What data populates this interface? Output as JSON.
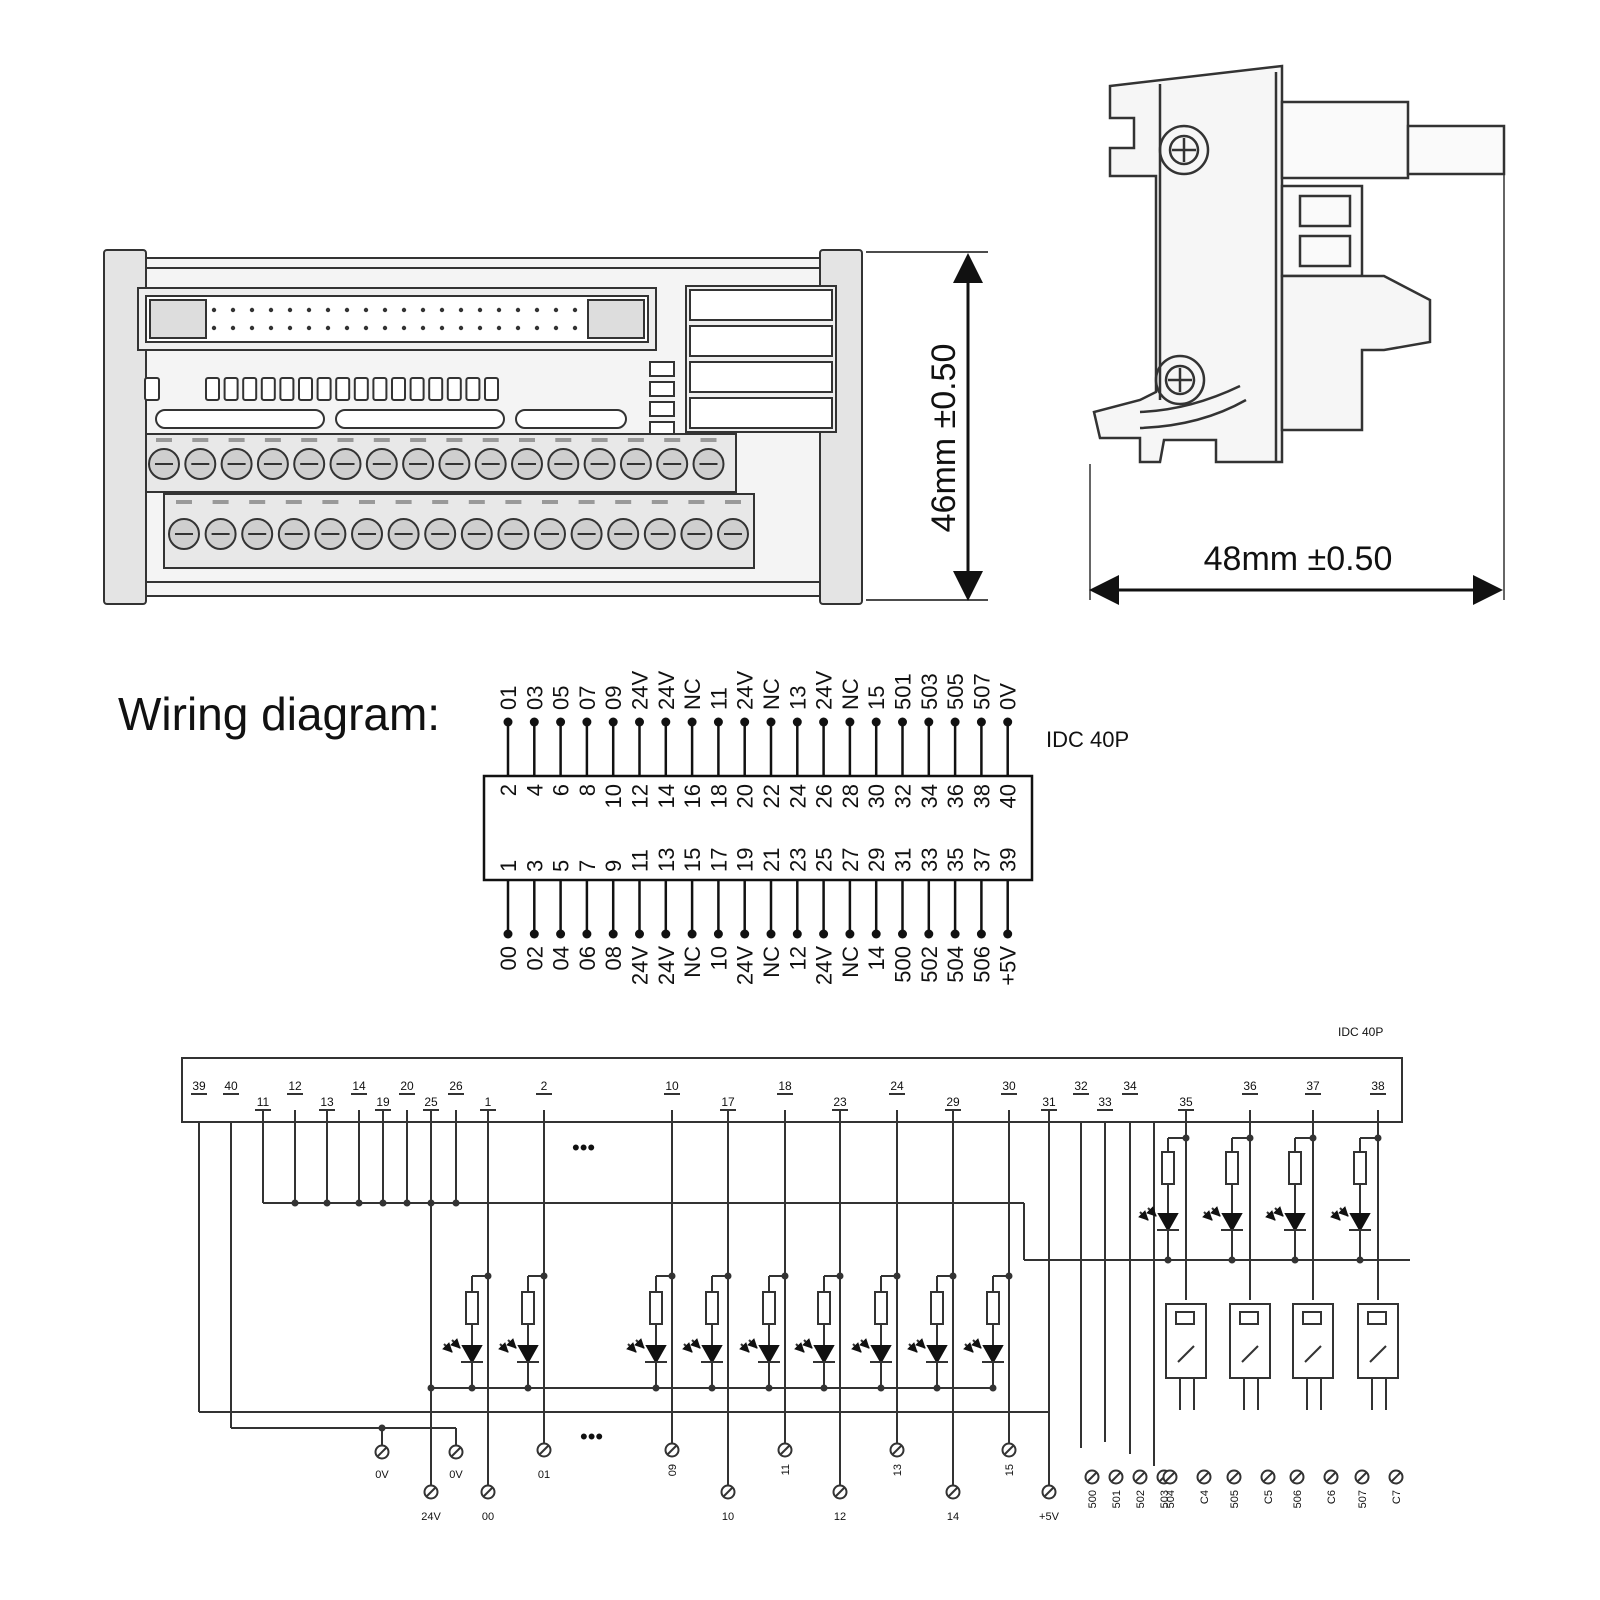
{
  "dimensions": {
    "height_label": "46mm ±0.50",
    "width_label": "48mm ±0.50"
  },
  "wiring": {
    "title": "Wiring diagram:",
    "connector_label": "IDC 40P",
    "top_signals": [
      "01",
      "03",
      "05",
      "07",
      "09",
      "24V",
      "24V",
      "NC",
      "11",
      "24V",
      "NC",
      "13",
      "24V",
      "NC",
      "15",
      "501",
      "503",
      "505",
      "507",
      "0V"
    ],
    "top_pins": [
      "2",
      "4",
      "6",
      "8",
      "10",
      "12",
      "14",
      "16",
      "18",
      "20",
      "22",
      "24",
      "26",
      "28",
      "30",
      "32",
      "34",
      "36",
      "38",
      "40"
    ],
    "bottom_pins": [
      "1",
      "3",
      "5",
      "7",
      "9",
      "11",
      "13",
      "15",
      "17",
      "19",
      "21",
      "23",
      "25",
      "27",
      "29",
      "31",
      "33",
      "35",
      "37",
      "39"
    ],
    "bottom_signals": [
      "00",
      "02",
      "04",
      "06",
      "08",
      "24V",
      "24V",
      "NC",
      "10",
      "24V",
      "NC",
      "12",
      "24V",
      "NC",
      "14",
      "500",
      "502",
      "504",
      "506",
      "+5V"
    ]
  },
  "schematic": {
    "connector_label": "IDC 40P",
    "pins_upper": [
      "39",
      "40",
      "12",
      "14",
      "20",
      "26",
      "2",
      "10",
      "18",
      "24",
      "30",
      "32",
      "34",
      "36",
      "37",
      "38"
    ],
    "pins_lower": [
      "11",
      "13",
      "19",
      "25",
      "1",
      "17",
      "23",
      "29",
      "31",
      "33",
      "35"
    ],
    "ellipsis": "•••",
    "terminal_labels_upper": [
      "0V",
      "0V",
      "01",
      "09",
      "11",
      "13",
      "15"
    ],
    "terminal_labels_lower": [
      "24V",
      "00",
      "10",
      "12",
      "14",
      "+5V"
    ],
    "terminal_labels_vertical": [
      "500",
      "501",
      "502",
      "503",
      "504",
      "C4",
      "505",
      "C5",
      "506",
      "C6",
      "507",
      "C7"
    ]
  }
}
